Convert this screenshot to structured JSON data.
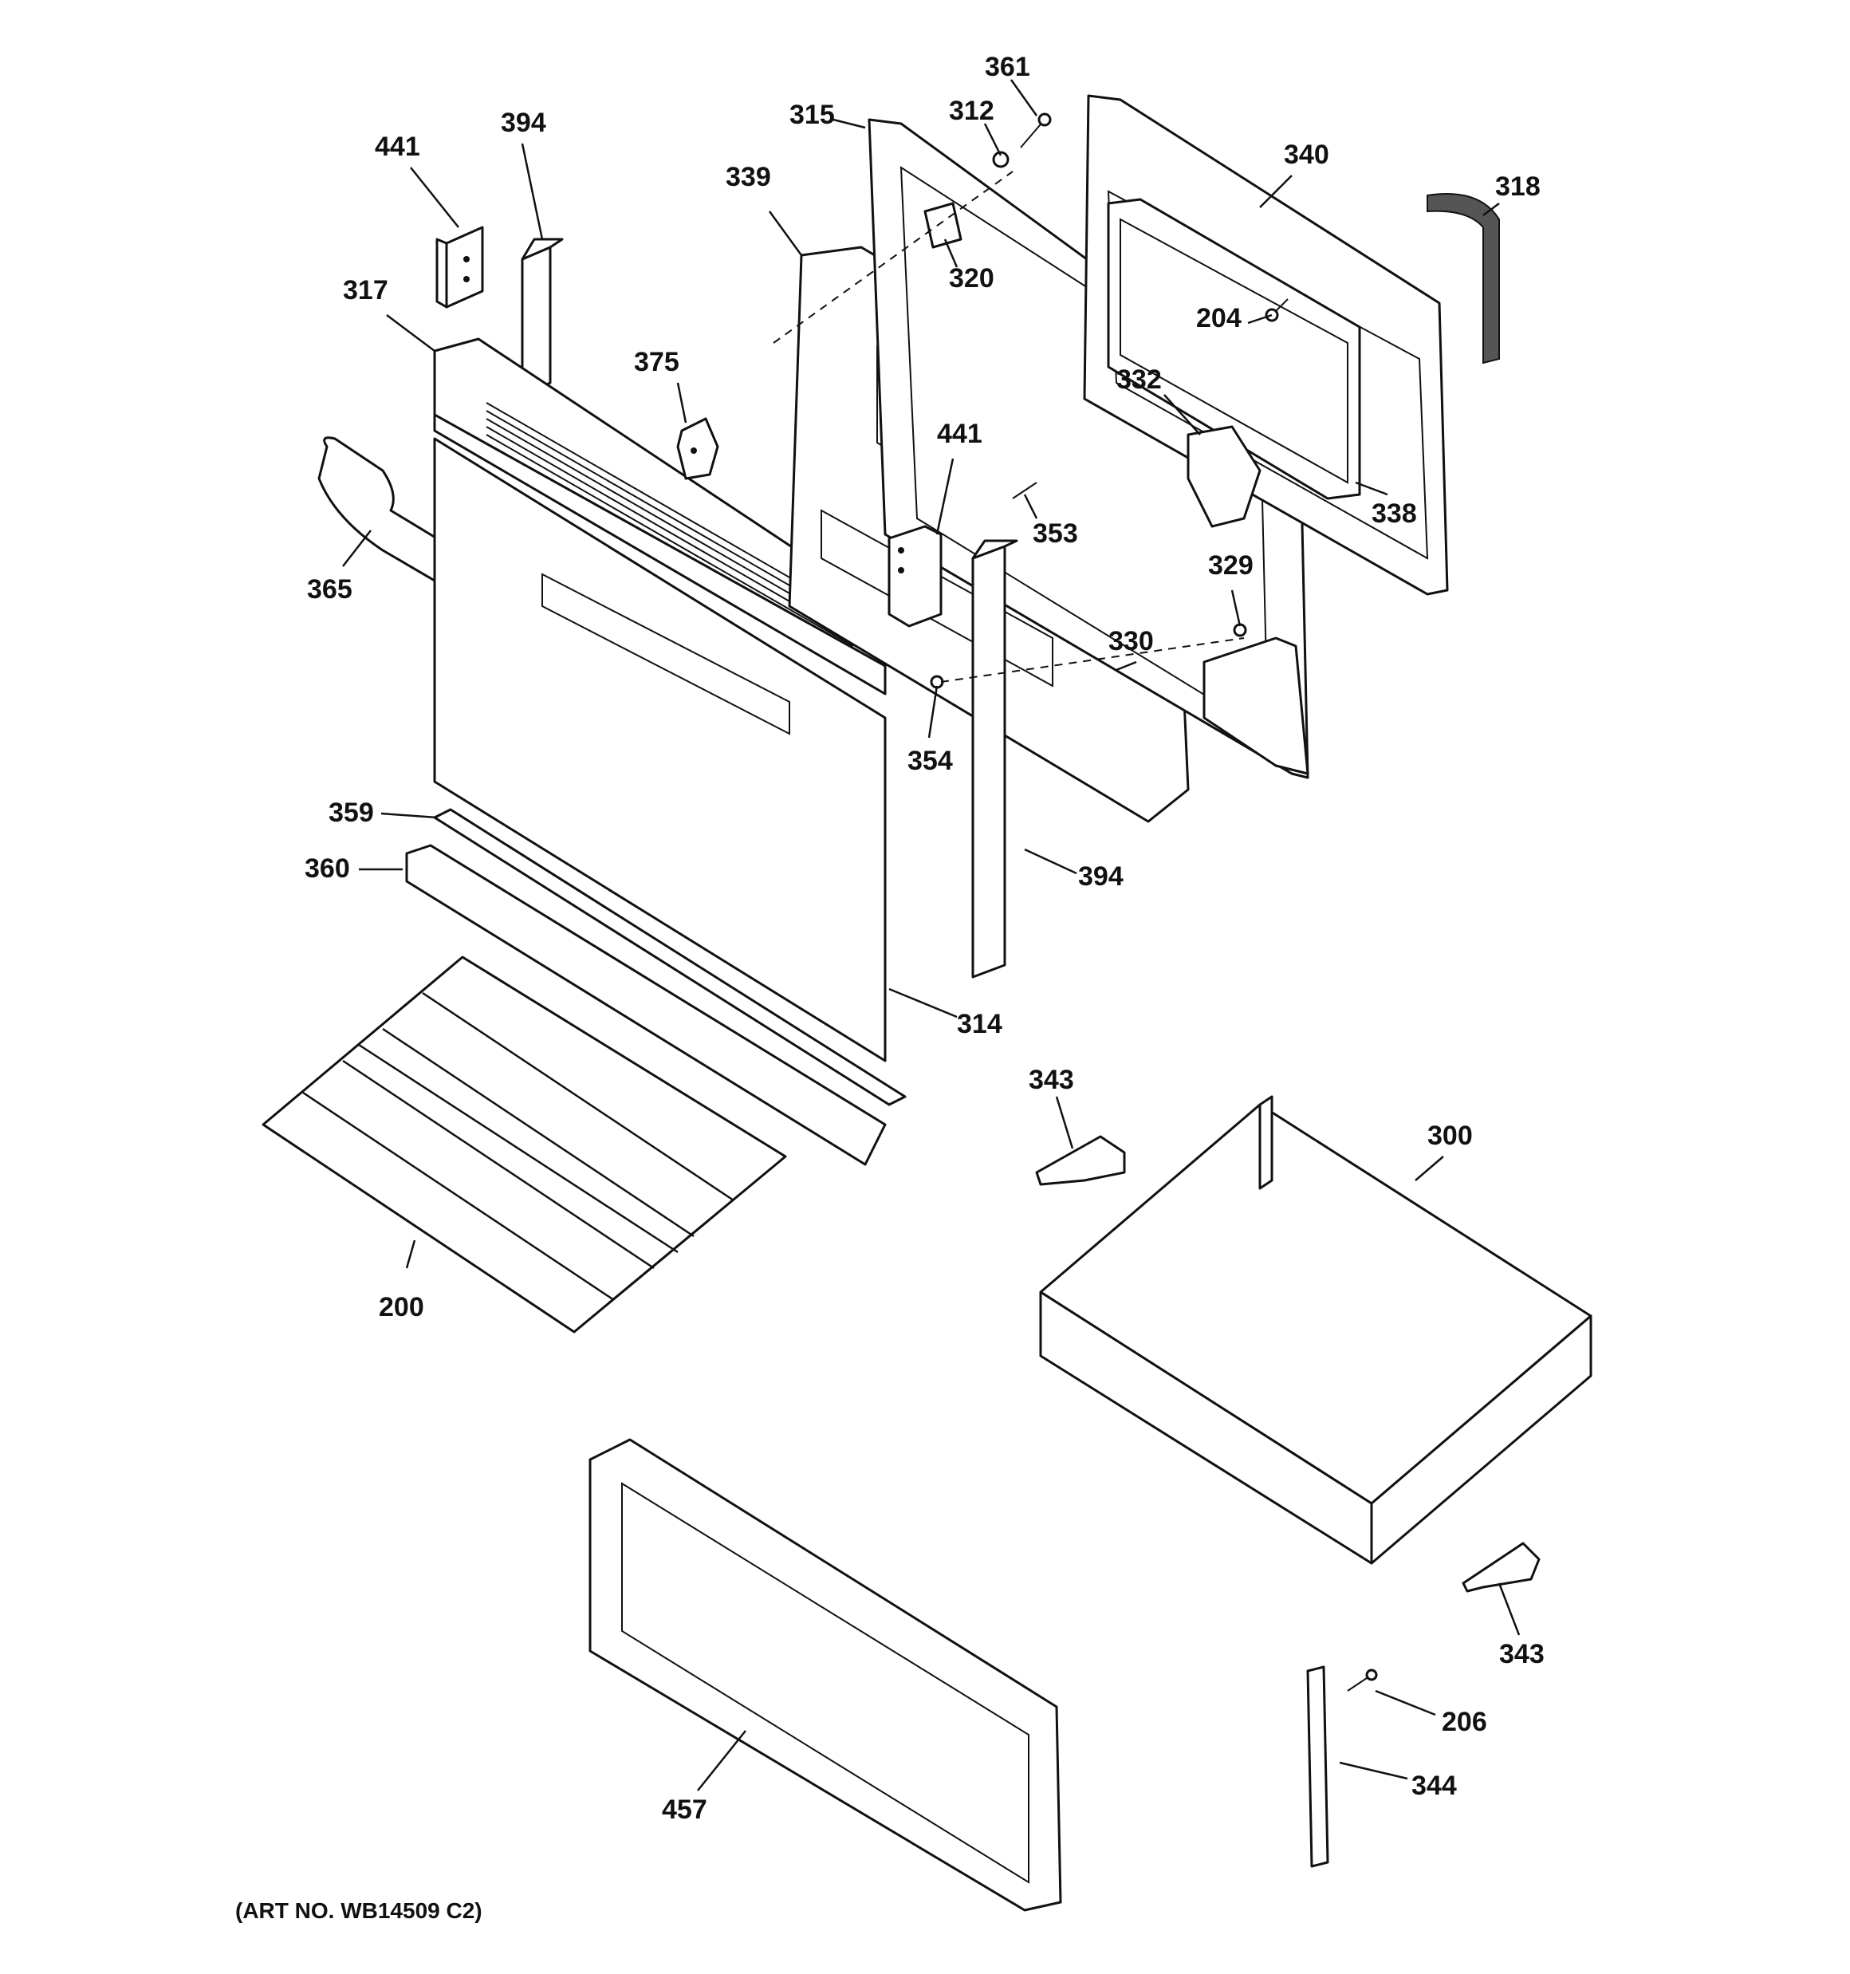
{
  "labels": {
    "p441a": "441",
    "p394a": "394",
    "p317": "317",
    "p375": "375",
    "p365": "365",
    "p339": "339",
    "p315": "315",
    "p312": "312",
    "p361": "361",
    "p320": "320",
    "p340": "340",
    "p318": "318",
    "p204": "204",
    "p332": "332",
    "p441b": "441",
    "p353": "353",
    "p338": "338",
    "p329": "329",
    "p330": "330",
    "p354": "354",
    "p359": "359",
    "p360": "360",
    "p394b": "394",
    "p314": "314",
    "p343a": "343",
    "p300": "300",
    "p200": "200",
    "p343b": "343",
    "p206": "206",
    "p344": "344",
    "p457": "457"
  },
  "caption": "(ART NO. WB14509 C2)"
}
